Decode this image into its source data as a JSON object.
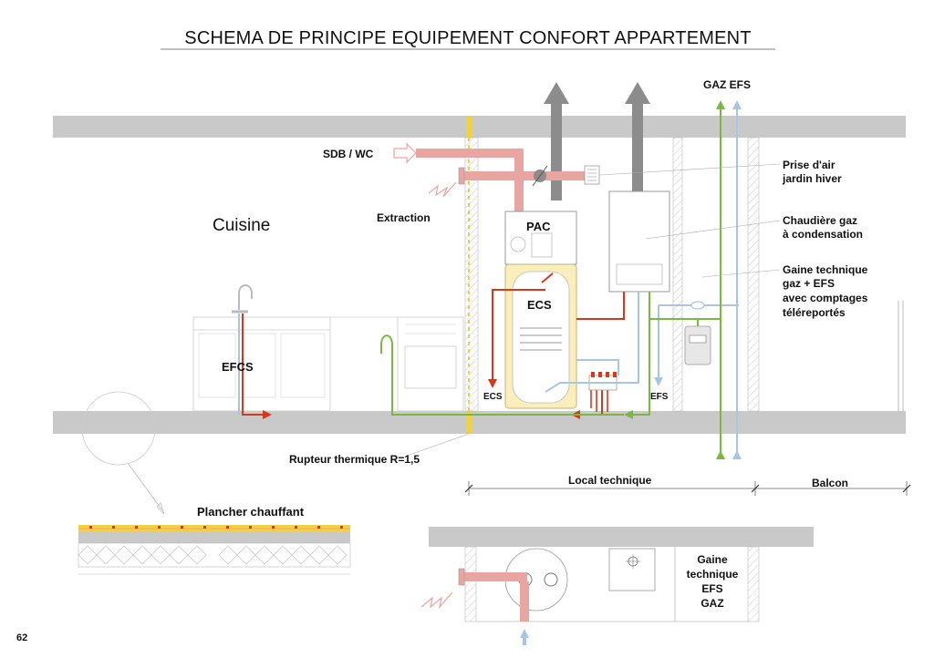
{
  "title": "SCHEMA DE PRINCIPE EQUIPEMENT CONFORT APPARTEMENT",
  "page_number": "62",
  "labels": {
    "gaz_efs_top": "GAZ EFS",
    "sdb_wc": "SDB / WC",
    "extraction": "Extraction",
    "cuisine": "Cuisine",
    "pac": "PAC",
    "ecs_tank": "ECS",
    "ecs_outlet": "ECS",
    "efs_outlet": "EFS",
    "efcs": "EFCS",
    "prise_air": [
      "Prise d'air",
      "jardin hiver"
    ],
    "chaudiere": [
      "Chaudière gaz",
      "à condensation"
    ],
    "gaine": [
      "Gaine technique",
      "gaz + EFS",
      "avec comptages",
      "téléreportés"
    ],
    "rupteur": "Rupteur thermique R=1,5",
    "local_technique": "Local  technique",
    "balcon": "Balcon",
    "plancher": "Plancher chauffant",
    "gaine_detail": [
      "Gaine",
      "technique",
      "EFS",
      "GAZ"
    ]
  },
  "colors": {
    "slab": "#c9c9c9",
    "hot_water": "#d13a1f",
    "cold_water": "#a9c5e6",
    "gas": "#7db743",
    "air_duct": "#e8a5a2",
    "flue": "#8c8c8c",
    "tank": "#fbeebd",
    "thermal_break": "#f2d13a"
  }
}
